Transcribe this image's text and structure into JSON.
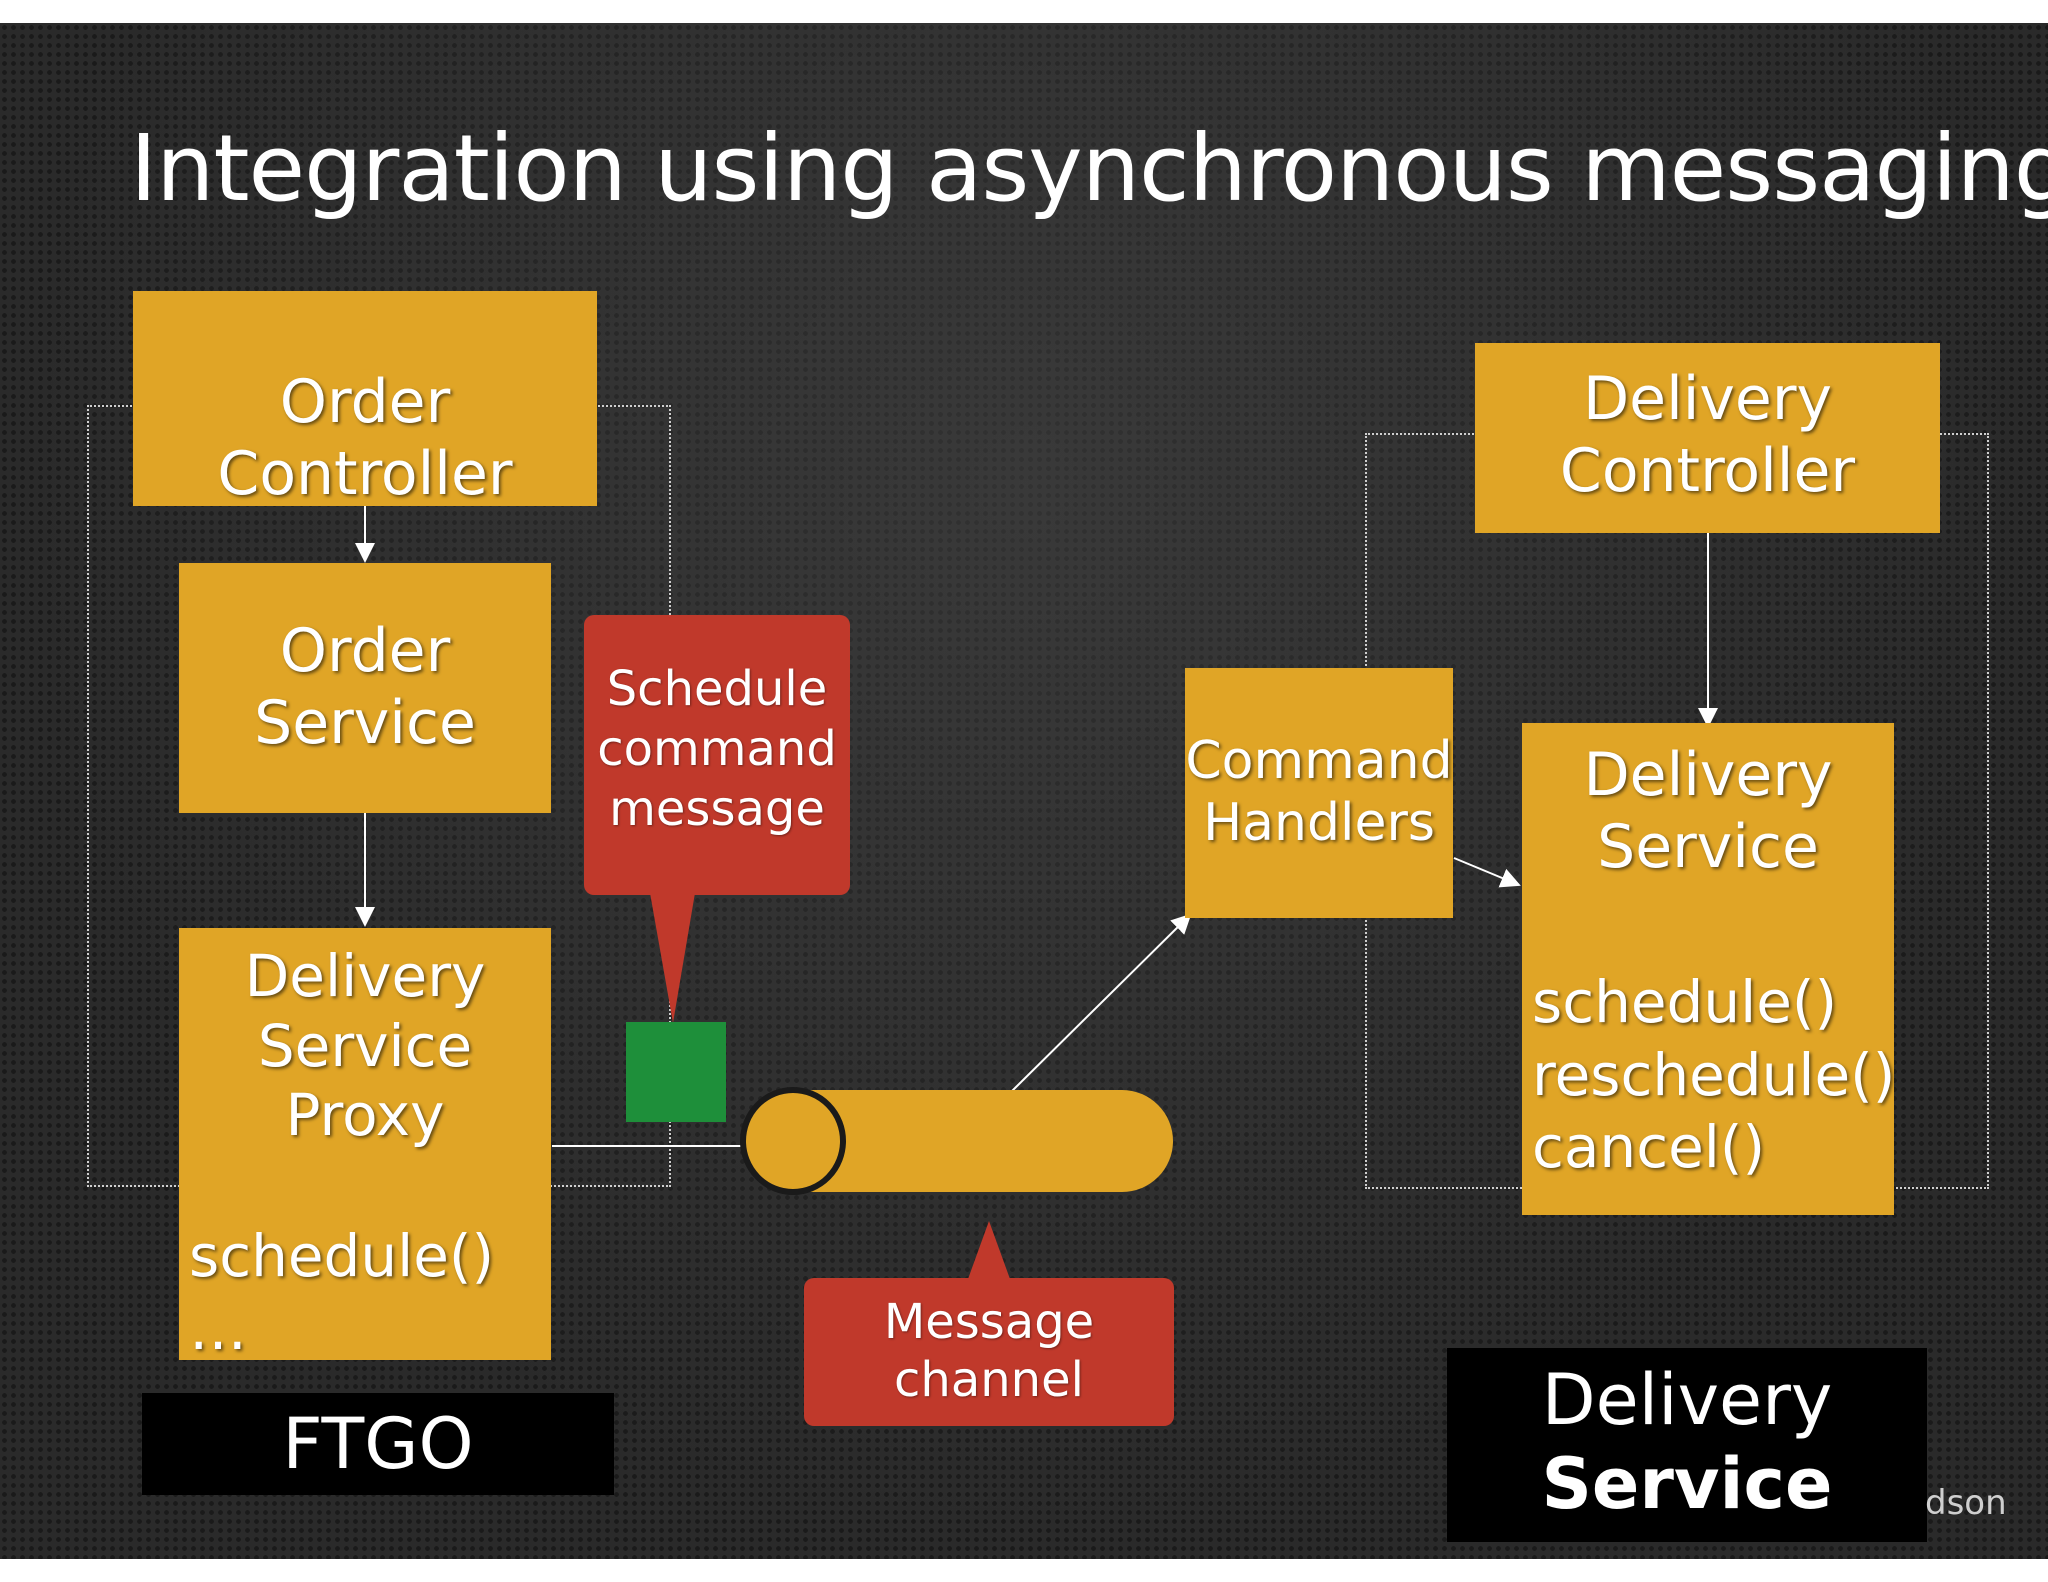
{
  "slide": {
    "title": "Integration using asynchronous messaging",
    "footer_fragment": "dson"
  },
  "ftgo": {
    "label": "FTGO",
    "order_controller": "Order Controller",
    "order_service_line1": "Order",
    "order_service_line2": "Service",
    "proxy_line1": "Delivery",
    "proxy_line2": "Service",
    "proxy_line3": "Proxy",
    "proxy_method1": "schedule()",
    "proxy_method2": "…"
  },
  "callouts": {
    "schedule_line1": "Schedule",
    "schedule_line2": "command",
    "schedule_line3": "message",
    "channel_line1": "Message",
    "channel_line2": "channel"
  },
  "delivery": {
    "label_line1": "Delivery",
    "label_line2": "Service",
    "controller_line1": "Delivery",
    "controller_line2": "Controller",
    "command_handlers_line1": "Command",
    "command_handlers_line2": "Handlers",
    "service_line1": "Delivery",
    "service_line2": "Service",
    "method1": "schedule()",
    "method2": "reschedule()",
    "method3": "cancel()"
  },
  "colors": {
    "box": "#e0a526",
    "callout": "#c0392b",
    "message": "#1e8f3a",
    "background": "#2a2a2a"
  }
}
